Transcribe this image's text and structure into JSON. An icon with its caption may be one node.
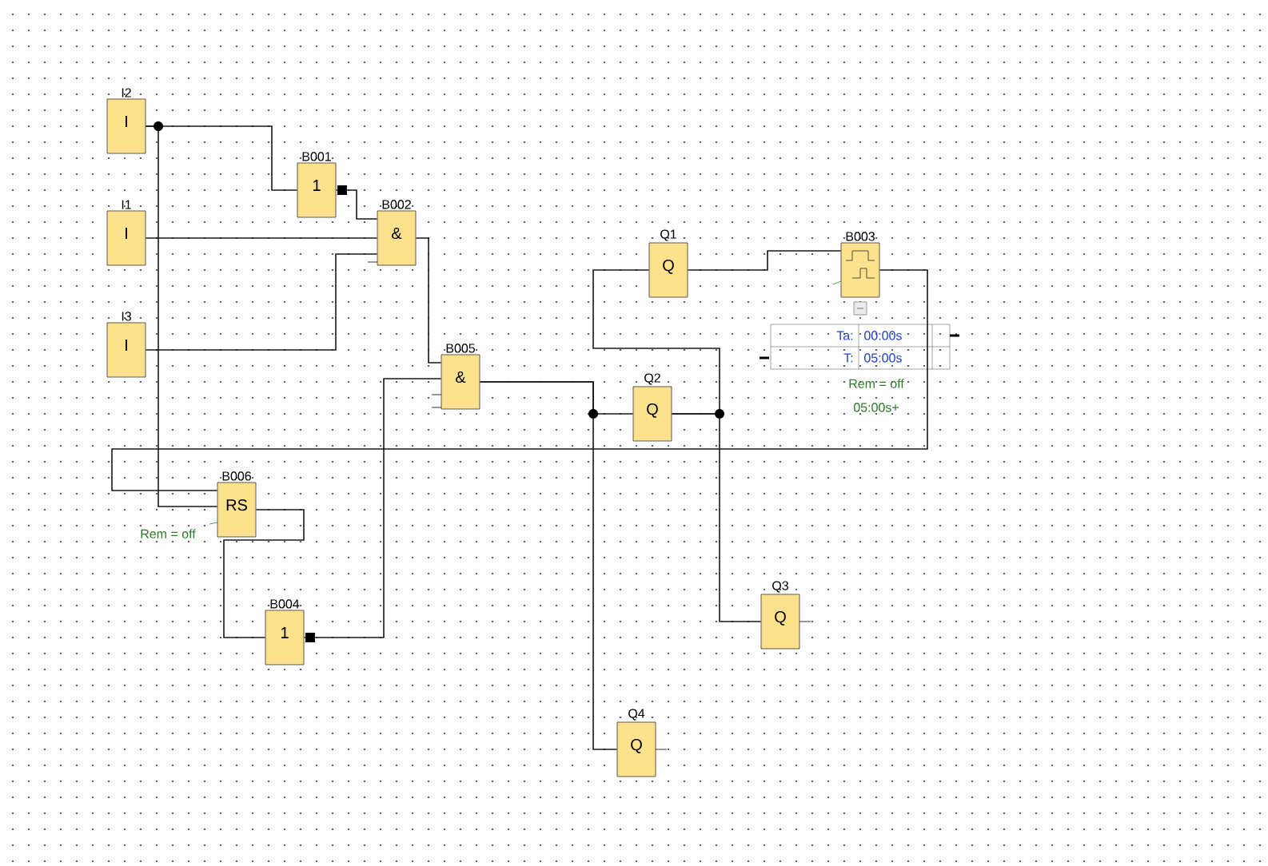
{
  "diagram": {
    "nodes": [
      {
        "text": [
          "I2",
          "I"
        ]
      },
      {
        "text": [
          "I1",
          "I"
        ]
      },
      {
        "text": [
          "I3",
          "I"
        ]
      },
      {
        "text": [
          "B001",
          "1"
        ]
      },
      {
        "text": [
          "B002",
          "&"
        ]
      },
      {
        "text": [
          "B005",
          "&"
        ]
      },
      {
        "text": [
          "Q1",
          "Q"
        ]
      },
      {
        "text": [
          "B003"
        ],
        "beside": [
          "Rem = off",
          "05:00s+"
        ]
      },
      {
        "text": [
          "Q2",
          "Q"
        ]
      },
      {
        "text": [
          "B006",
          "RS"
        ],
        "beside": [
          "Rem = off"
        ]
      },
      {
        "text": [
          "B004",
          "1"
        ]
      },
      {
        "text": [
          "Q3",
          "Q"
        ]
      },
      {
        "text": [
          "Q4",
          "Q"
        ]
      }
    ],
    "edges": [
      {
        "from": 0,
        "to": 3,
        "arrow": "none"
      },
      {
        "from": 0,
        "to": 9,
        "arrow": "none"
      },
      {
        "from": 3,
        "to": 4,
        "arrow": "none"
      },
      {
        "from": 1,
        "to": 4,
        "arrow": "none"
      },
      {
        "from": 2,
        "to": 4,
        "arrow": "none"
      },
      {
        "from": 4,
        "to": 5,
        "arrow": "none"
      },
      {
        "from": 10,
        "to": 5,
        "arrow": "none"
      },
      {
        "from": 5,
        "to": 8,
        "arrow": "none"
      },
      {
        "from": 5,
        "to": 12,
        "arrow": "none"
      },
      {
        "from": 8,
        "to": 6,
        "arrow": "none"
      },
      {
        "from": 8,
        "to": 11,
        "arrow": "none"
      },
      {
        "from": 6,
        "to": 7,
        "arrow": "none"
      },
      {
        "from": 7,
        "to": 9,
        "arrow": "none"
      },
      {
        "from": 9,
        "to": 10,
        "arrow": "none"
      }
    ],
    "labels": [
      "Ta:",
      "00:00s",
      "T:",
      "05:00s"
    ]
  }
}
